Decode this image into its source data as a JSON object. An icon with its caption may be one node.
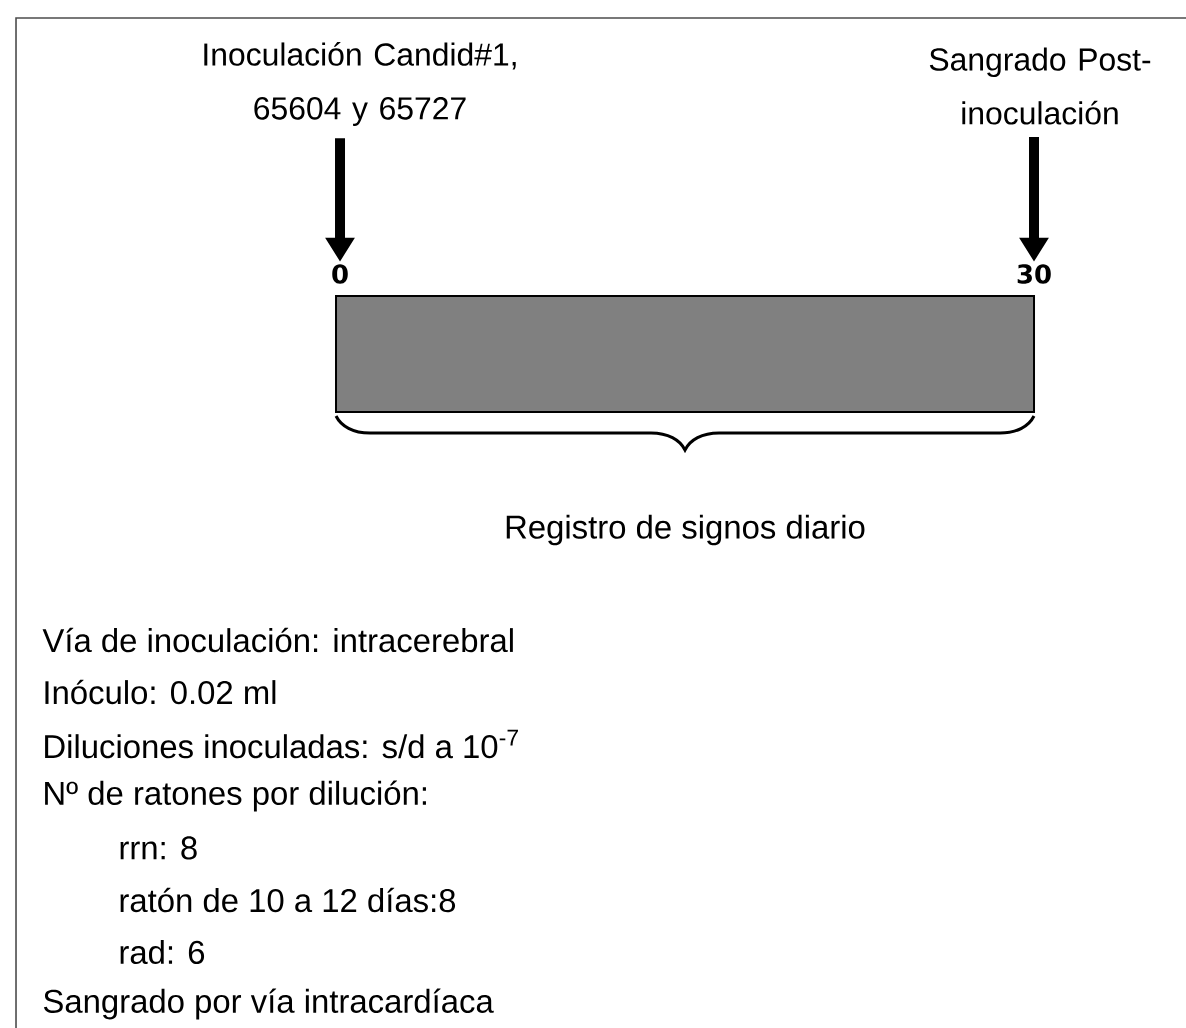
{
  "diagram": {
    "nodes": [
      {
        "text": [
          "Inoculación Candid#1, 65604 y 65727"
        ]
      },
      {
        "text": [
          "0"
        ]
      },
      {
        "text": [
          "Sangrado Post-inoculación"
        ]
      },
      {
        "text": [
          "30"
        ]
      },
      {
        "text": [],
        "shape": "bar"
      }
    ],
    "edges": [
      {
        "from": 0,
        "to": 1,
        "arrow": "to"
      },
      {
        "from": 2,
        "to": 3,
        "arrow": "to"
      }
    ],
    "labels": [
      "Registro de signos diario",
      "Vía de inoculación: intracerebral",
      "Inóculo: 0.02 ml",
      "Diluciones inoculadas: s/d a 10$^{-7}$",
      "Nº de ratones por dilución:",
      "rrn: 8",
      "ratón de 10 a 12 días:8",
      "rad: 6",
      "Sangrado por vía intracardíaca"
    ]
  }
}
